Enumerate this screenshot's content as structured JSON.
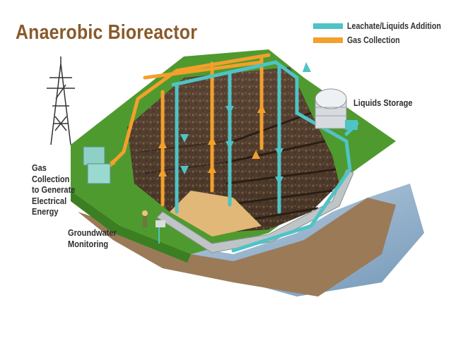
{
  "title": "Anaerobic Bioreactor",
  "legend": [
    {
      "label": "Leachate/Liquids Addition",
      "color": "#4fc3c6"
    },
    {
      "label": "Gas Collection",
      "color": "#f2a02c"
    }
  ],
  "labels": {
    "liquids_storage": "Liquids Storage",
    "gas_collection_generate": "Gas\nCollection\nto Generate\nElectrical\nEnergy",
    "groundwater_monitoring": "Groundwater\nMonitoring"
  },
  "colors": {
    "grass": "#4f9a2f",
    "grass_dark": "#3b7f22",
    "waste": "#5a4432",
    "soil": "#7a5a3c",
    "sand": "#e2b878",
    "liner": "#bfc4c7",
    "water": "#7fa7c6"
  }
}
